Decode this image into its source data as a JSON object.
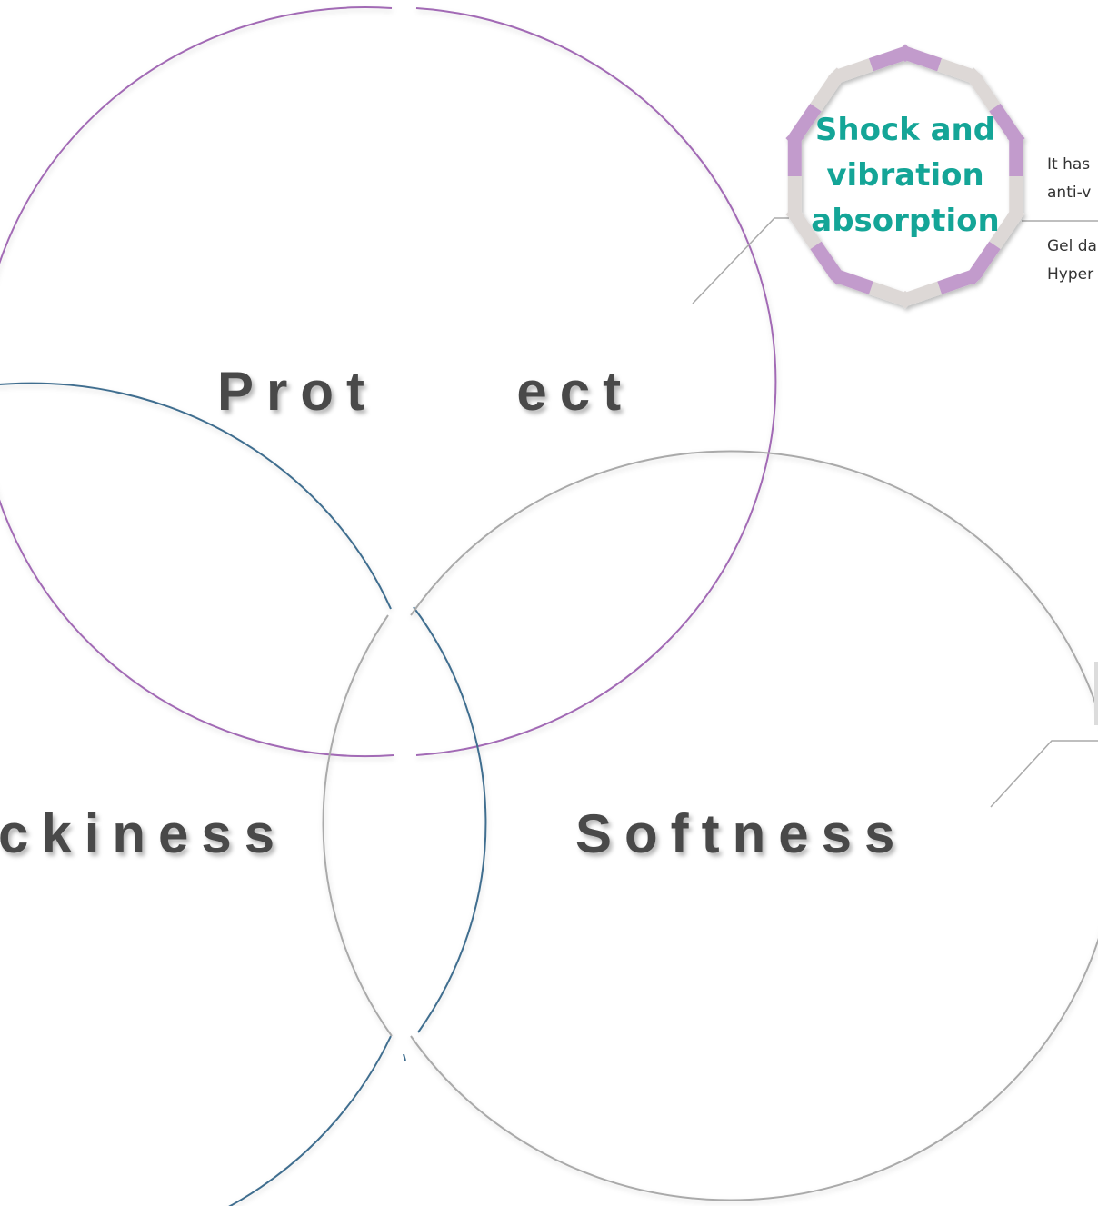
{
  "circles": {
    "protect": {
      "label": "Prot     ect",
      "color": "#a26bb5"
    },
    "stickiness": {
      "label": "ckiness",
      "color": "#3f6e8f"
    },
    "softness": {
      "label": "Softness",
      "color": "#aaaaaa"
    }
  },
  "badge": {
    "title_line1": "Shock and",
    "title_line2": "vibration",
    "title_line3": "absorption",
    "title_color": "#14a597",
    "segment_color_a": "#c29bcc",
    "segment_color_b": "#ddd8d6"
  },
  "descriptions": {
    "line1": "It has",
    "line2": "anti-v",
    "line3": "Gel da",
    "line4": "Hyper"
  }
}
